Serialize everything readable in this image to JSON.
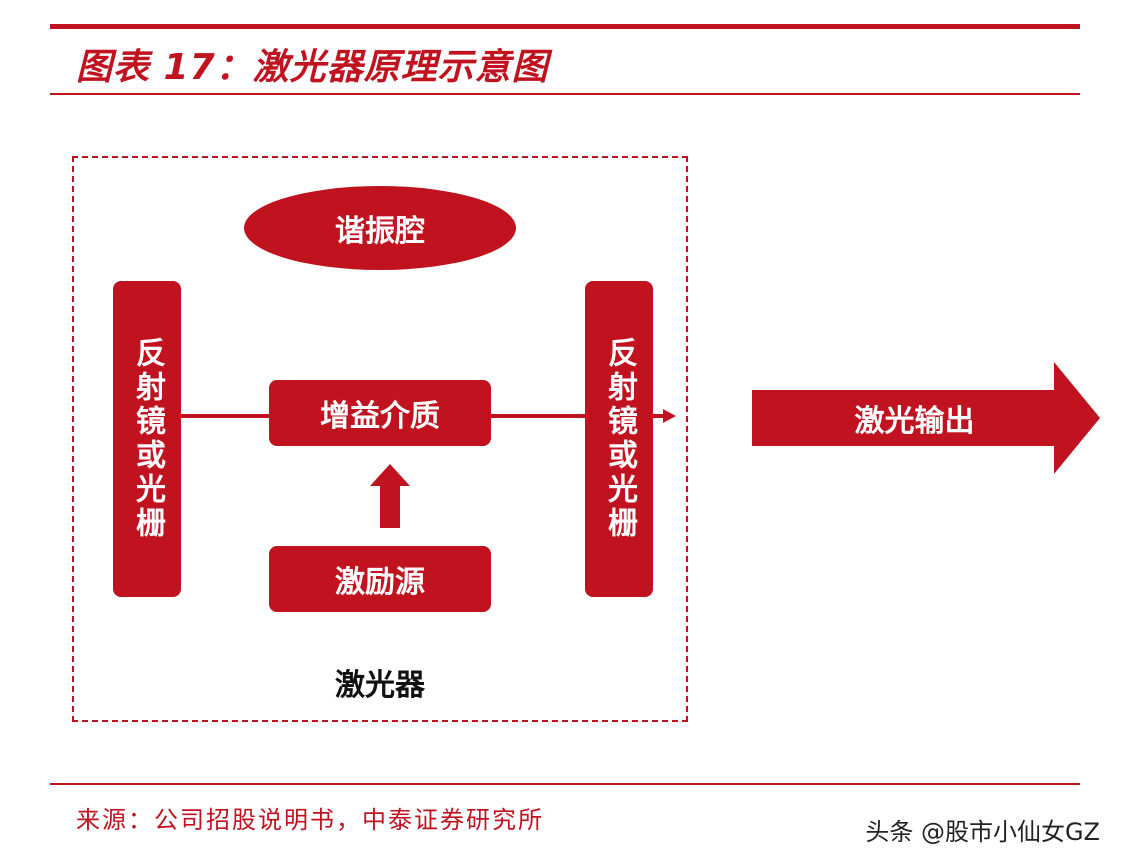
{
  "header": {
    "title": "图表 17：激光器原理示意图"
  },
  "diagram": {
    "resonator_label": "谐振腔",
    "mirror_left_label": "反射镜或光栅",
    "mirror_right_label": "反射镜或光栅",
    "gain_medium_label": "增益介质",
    "pump_source_label": "激励源",
    "laser_label": "激光器",
    "output_label": "激光输出",
    "accent_color": "#c0121f"
  },
  "footer": {
    "source": "来源：公司招股说明书，中泰证券研究所",
    "watermark": "头条 @股市小仙女GZ"
  }
}
